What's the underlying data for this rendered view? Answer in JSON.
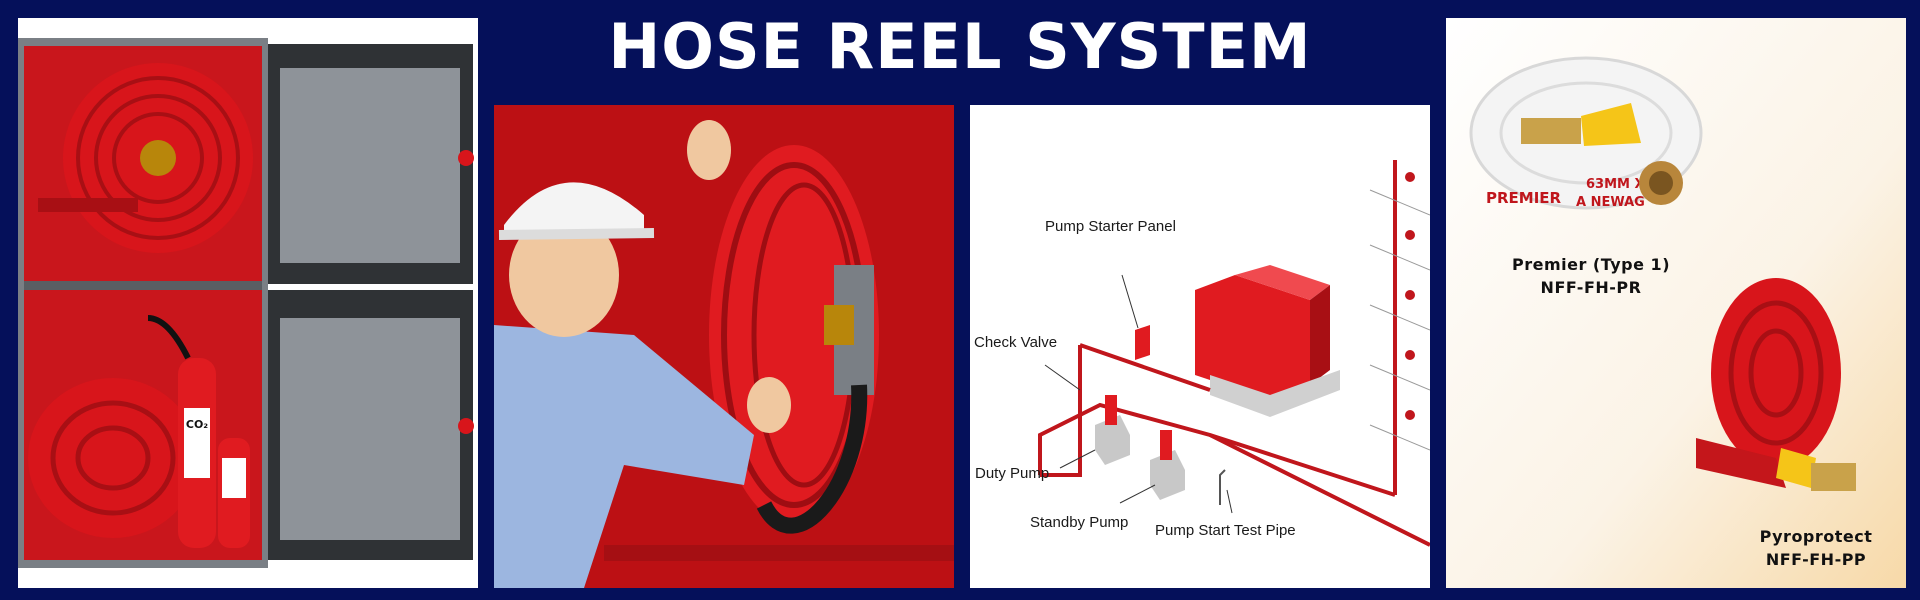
{
  "title": "HOSE REEL SYSTEM",
  "colors": {
    "background": "#05105a",
    "title_text": "#ffffff",
    "reel_red": "#d8151b",
    "pipe_red": "#c0161c"
  },
  "diagram": {
    "labels": {
      "pump_starter_panel": "Pump Starter Panel",
      "check_valve": "Check Valve",
      "duty_pump": "Duty Pump",
      "standby_pump": "Standby Pump",
      "pump_start_test_pipe": "Pump Start Test Pipe"
    }
  },
  "products": {
    "premier": {
      "name": "Premier (Type 1)",
      "code": "NFF-FH-PR",
      "hose_print_1": "PREMIER",
      "hose_print_2": "63MM X",
      "hose_print_3": "A NEWAG"
    },
    "pyroprotect": {
      "name": "Pyroprotect",
      "code": "NFF-FH-PP"
    }
  },
  "extinguisher_label": "CO₂"
}
